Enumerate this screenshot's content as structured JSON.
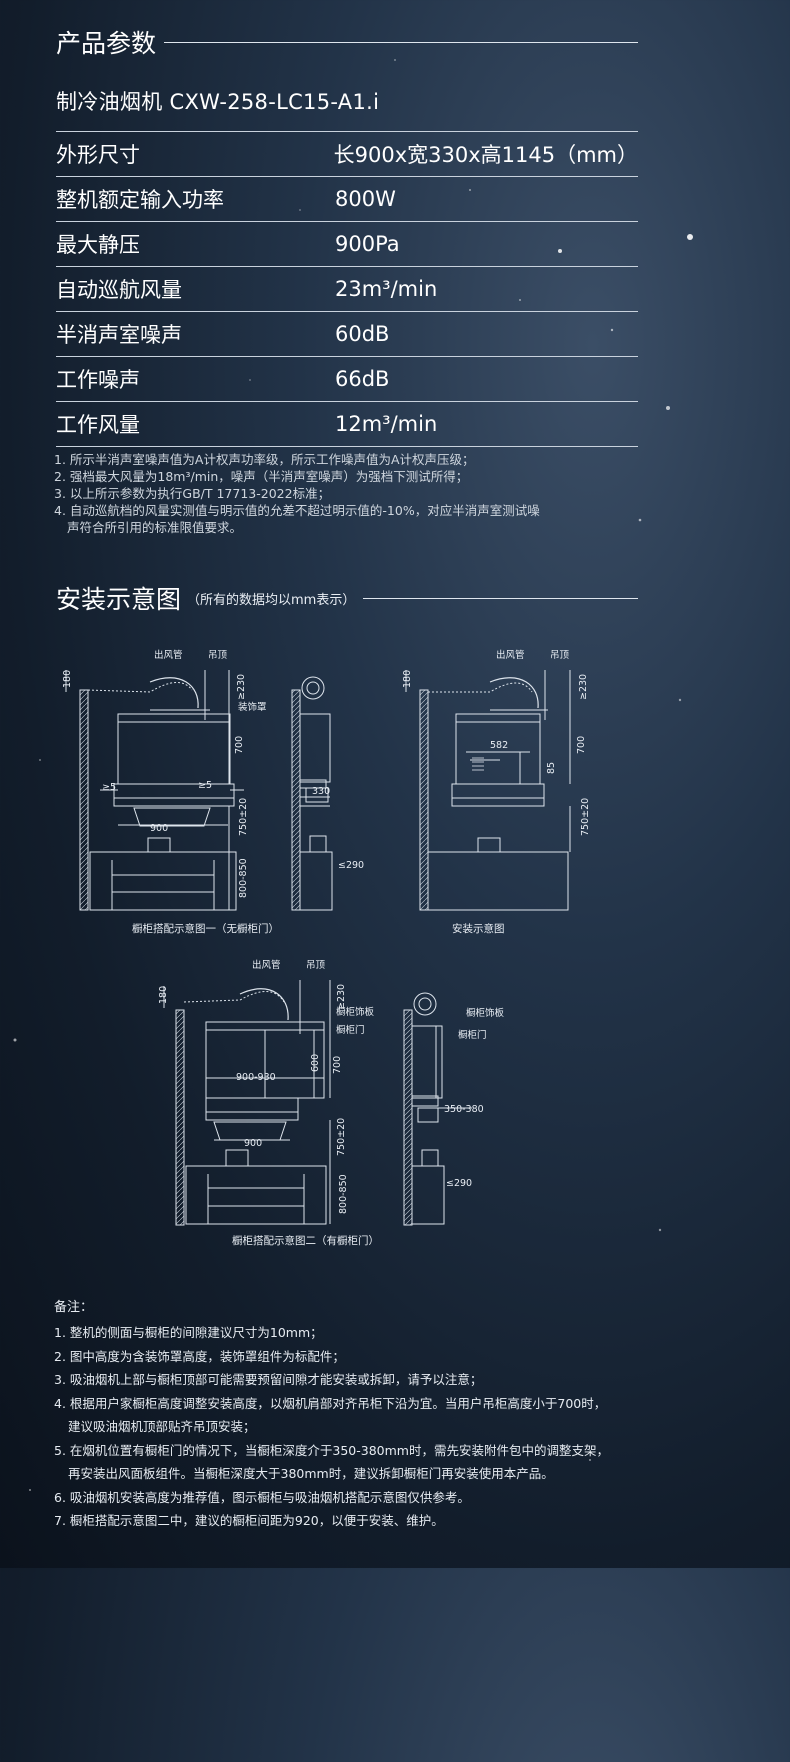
{
  "params": {
    "title": "产品参数",
    "model": "制冷油烟机 CXW-258-LC15-A1.i",
    "rows": [
      {
        "label": "外形尺寸",
        "value": "长900x宽330x高1145（mm）"
      },
      {
        "label": "整机额定输入功率",
        "value": "800W"
      },
      {
        "label": "最大静压",
        "value": "900Pa"
      },
      {
        "label": "自动巡航风量",
        "value": "23m³/min"
      },
      {
        "label": "半消声室噪声",
        "value": "60dB"
      },
      {
        "label": "工作噪声",
        "value": "66dB"
      },
      {
        "label": "工作风量",
        "value": "12m³/min"
      }
    ],
    "notes": [
      "1. 所示半消声室噪声值为A计权声功率级，所示工作噪声值为A计权声压级；",
      "2. 强档最大风量为18m³/min，噪声（半消声室噪声）为强档下测试所得；",
      "3. 以上所示参数为执行GB/T 17713-2022标准；",
      "4. 自动巡航档的风量实测值与明示值的允差不超过明示值的-10%，对应半消声室测试噪",
      "声符合所引用的标准限值要求。"
    ]
  },
  "install": {
    "title": "安装示意图",
    "subtitle": "（所有的数据均以mm表示）",
    "diagram1": {
      "caption": "橱柜搭配示意图一（无橱柜门）",
      "labels": {
        "duct": "出风管",
        "ceiling": "吊顶",
        "cover": "装饰罩",
        "d180": "180",
        "d230": "≥230",
        "d700": "700",
        "d5a": "≥5",
        "d5b": "≥5",
        "d750": "750±20",
        "d900": "900",
        "d800": "800-850",
        "d330": "330",
        "d290": "≤290"
      }
    },
    "diagram2": {
      "caption": "安装示意图",
      "labels": {
        "duct": "出风管",
        "ceiling": "吊顶",
        "d180": "180",
        "d230": "≥230",
        "d700": "700",
        "d582": "582",
        "d85": "85",
        "d750": "750±20"
      }
    },
    "diagram3": {
      "caption": "橱柜搭配示意图二（有橱柜门）",
      "labels": {
        "duct": "出风管",
        "ceiling": "吊顶",
        "panel": "橱柜饰板",
        "door": "橱柜门",
        "d180": "180",
        "d230": "≥230",
        "d600": "600",
        "d700": "700",
        "d900930": "900-930",
        "d750": "750±20",
        "d900": "900",
        "d800": "800-850",
        "d350": "350-380",
        "d290": "≤290",
        "panel2": "橱柜饰板",
        "door2": "橱柜门"
      }
    }
  },
  "remarks": {
    "title": "备注：",
    "items": [
      "1. 整机的侧面与橱柜的间隙建议尺寸为10mm；",
      "2. 图中高度为含装饰罩高度，装饰罩组件为标配件；",
      "3. 吸油烟机上部与橱柜顶部可能需要预留间隙才能安装或拆卸，请予以注意；",
      "4. 根据用户家橱柜高度调整安装高度，以烟机肩部对齐吊柜下沿为宜。当用户吊柜高度小于700时，",
      "建议吸油烟机顶部贴齐吊顶安装；",
      "5. 在烟机位置有橱柜门的情况下，当橱柜深度介于350-380mm时，需先安装附件包中的调整支架，",
      "再安装出风面板组件。当橱柜深度大于380mm时，建议拆卸橱柜门再安装使用本产品。",
      "6. 吸油烟机安装高度为推荐值，图示橱柜与吸油烟机搭配示意图仅供参考。",
      "7. 橱柜搭配示意图二中，建议的橱柜间距为920，以便于安装、维护。"
    ]
  }
}
